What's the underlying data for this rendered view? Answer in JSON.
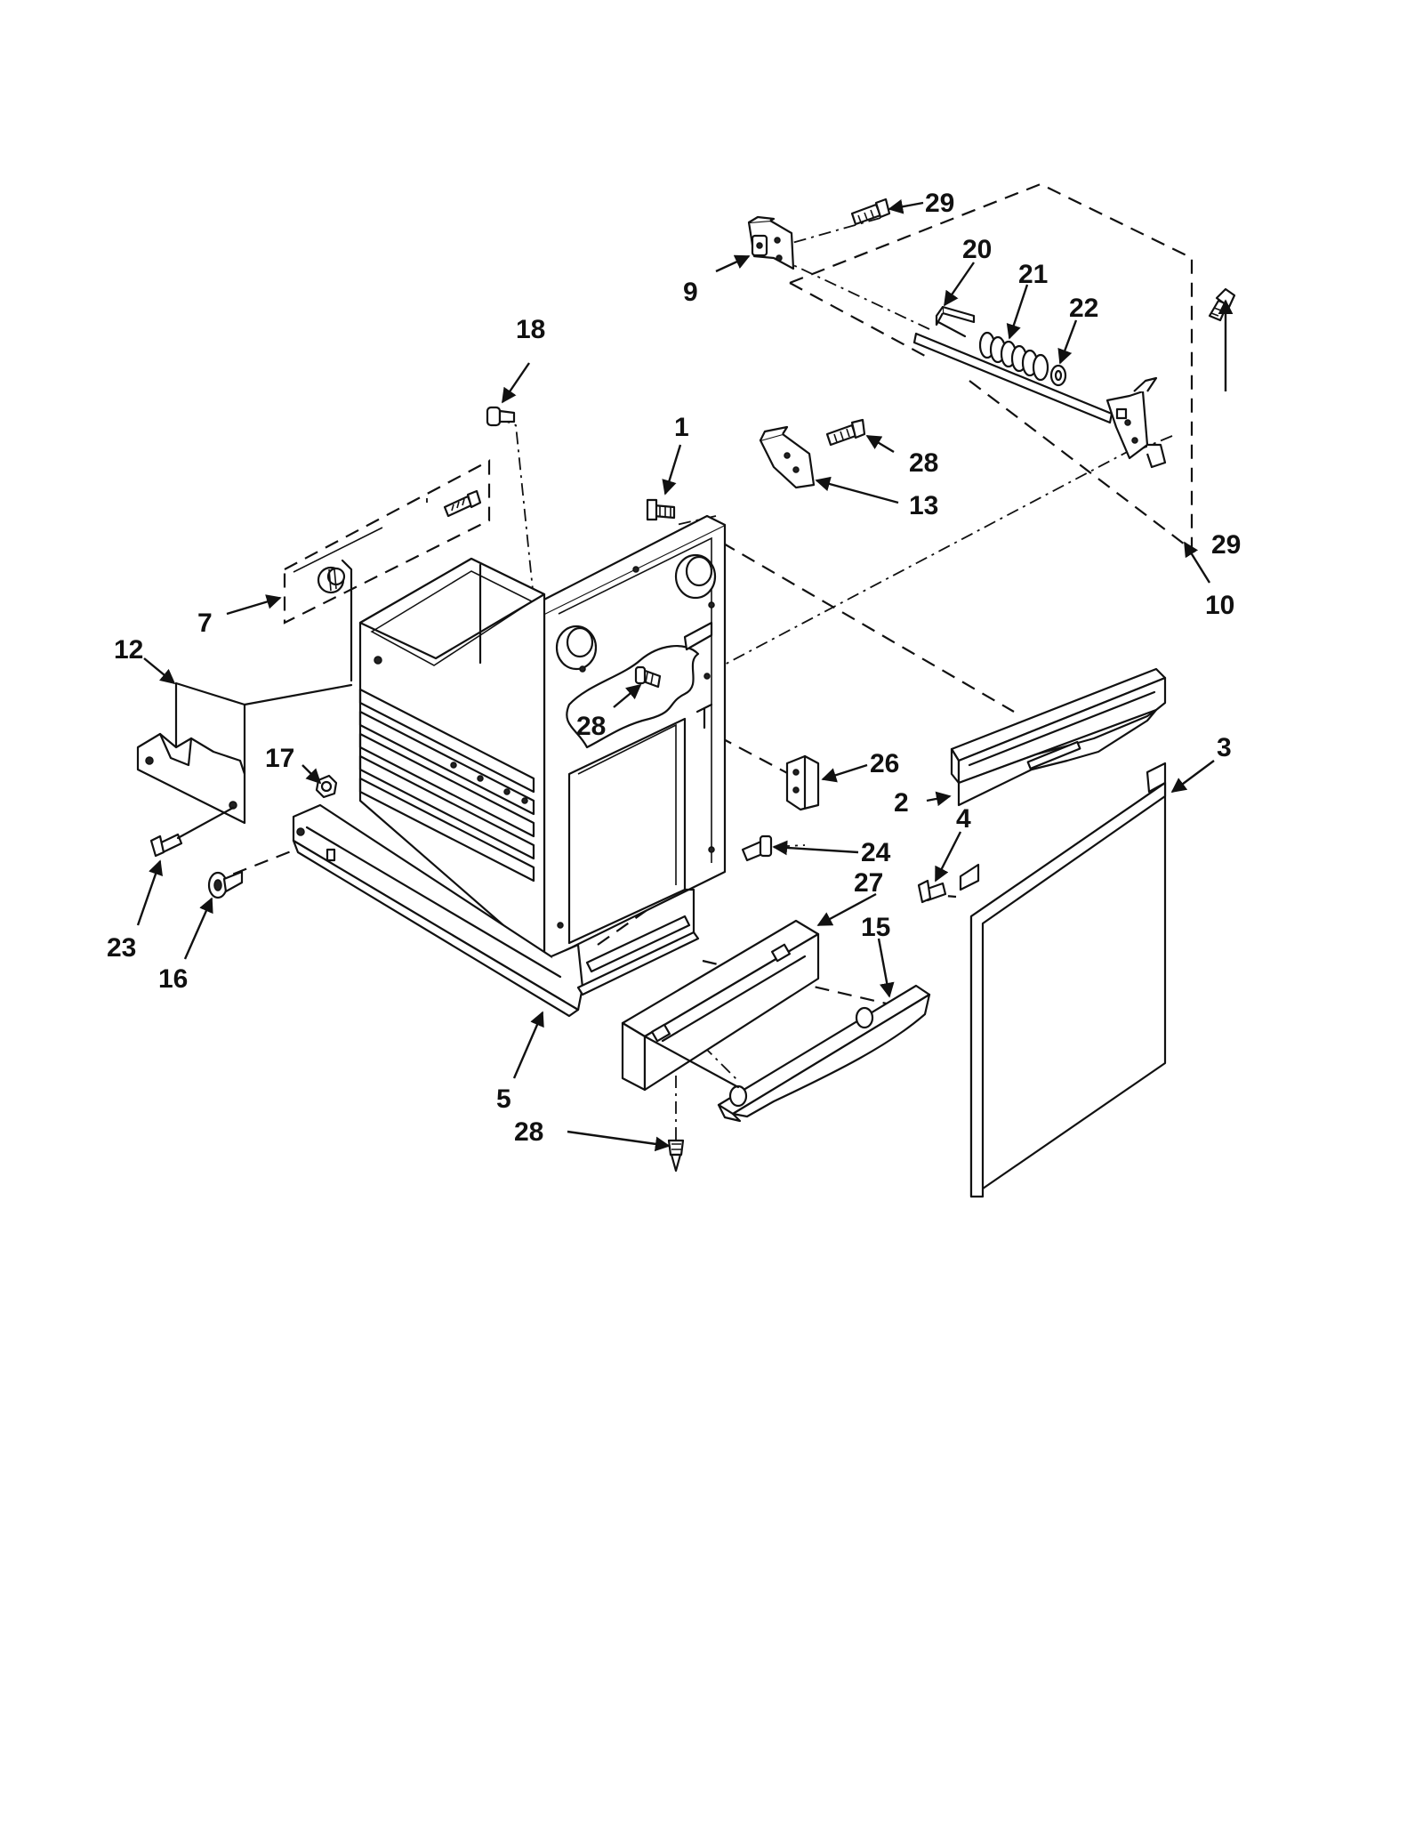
{
  "diagram": {
    "callouts": [
      {
        "id": "c29a",
        "label": "29"
      },
      {
        "id": "c9",
        "label": "9"
      },
      {
        "id": "c20",
        "label": "20"
      },
      {
        "id": "c21",
        "label": "21"
      },
      {
        "id": "c22",
        "label": "22"
      },
      {
        "id": "c18",
        "label": "18"
      },
      {
        "id": "c1",
        "label": "1"
      },
      {
        "id": "c28a",
        "label": "28"
      },
      {
        "id": "c13",
        "label": "13"
      },
      {
        "id": "c29b",
        "label": "29"
      },
      {
        "id": "c10",
        "label": "10"
      },
      {
        "id": "c7",
        "label": "7"
      },
      {
        "id": "c12",
        "label": "12"
      },
      {
        "id": "c28b",
        "label": "28"
      },
      {
        "id": "c26",
        "label": "26"
      },
      {
        "id": "c3",
        "label": "3"
      },
      {
        "id": "c17",
        "label": "17"
      },
      {
        "id": "c2",
        "label": "2"
      },
      {
        "id": "c4",
        "label": "4"
      },
      {
        "id": "c24",
        "label": "24"
      },
      {
        "id": "c27",
        "label": "27"
      },
      {
        "id": "c15",
        "label": "15"
      },
      {
        "id": "c23",
        "label": "23"
      },
      {
        "id": "c16",
        "label": "16"
      },
      {
        "id": "c5",
        "label": "5"
      },
      {
        "id": "c28c",
        "label": "28"
      }
    ]
  }
}
